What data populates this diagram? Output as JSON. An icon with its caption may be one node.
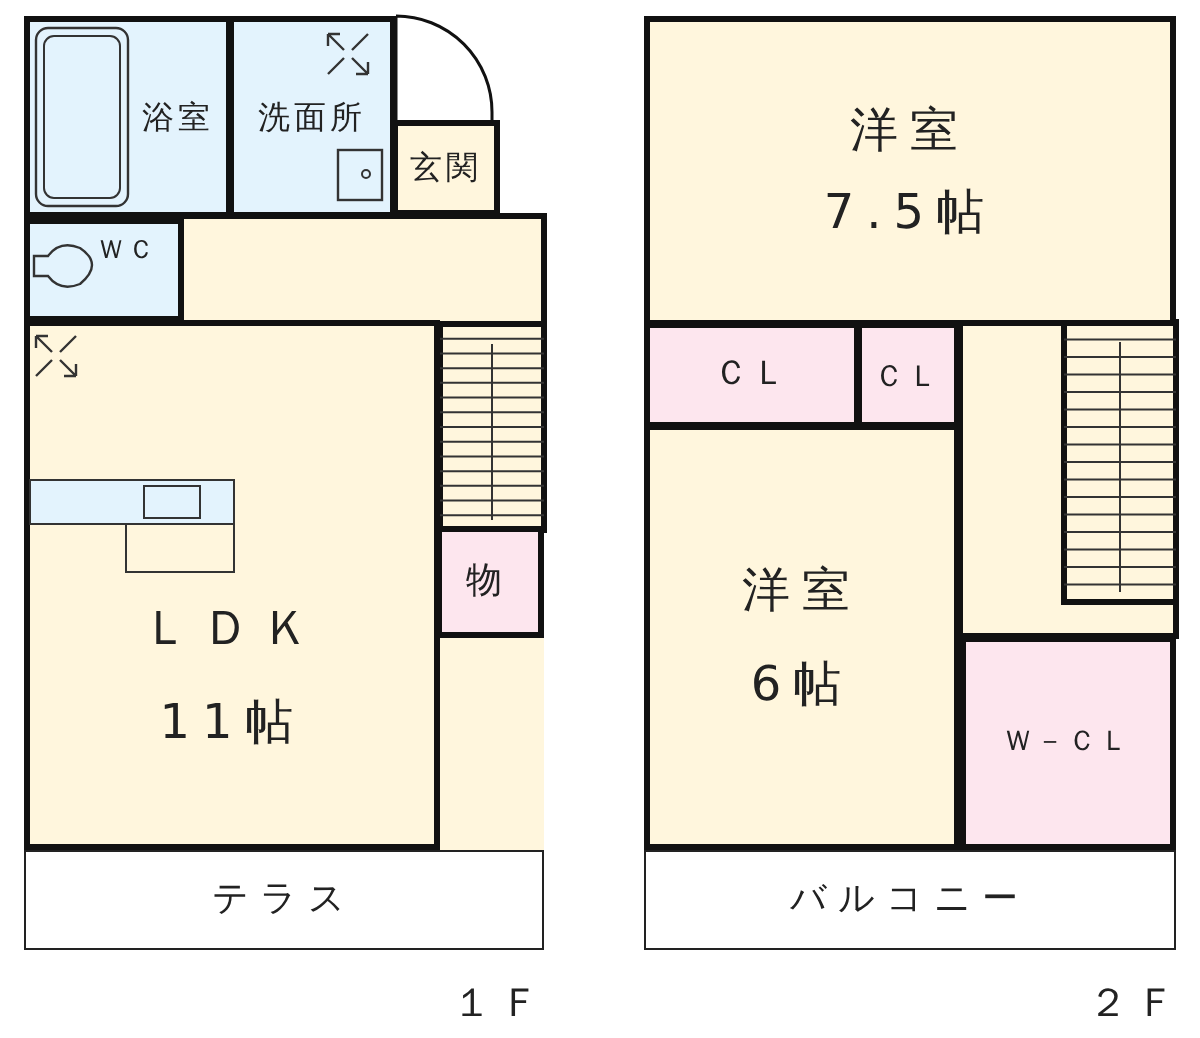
{
  "diagram": {
    "nodes": [
      {
        "text": [
          "浴室"
        ]
      },
      {
        "text": [
          "洗面所"
        ]
      },
      {
        "text": [
          "玄関"
        ]
      },
      {
        "text": [
          "ＷＣ"
        ]
      },
      {
        "text": [
          "物"
        ]
      },
      {
        "text": [
          "ＬＤＫ",
          "11帖"
        ]
      },
      {
        "text": [
          "テラス"
        ]
      },
      {
        "text": [
          "洋室",
          "7.5帖"
        ]
      },
      {
        "text": [
          "ＣＬ"
        ]
      },
      {
        "text": [
          "ＣＬ"
        ]
      },
      {
        "text": [
          "洋室",
          "6帖"
        ]
      },
      {
        "text": [
          "Ｗ－ＣＬ"
        ]
      },
      {
        "text": [
          "バルコニー"
        ]
      }
    ],
    "labels": [
      "１Ｆ",
      "２Ｆ"
    ]
  }
}
